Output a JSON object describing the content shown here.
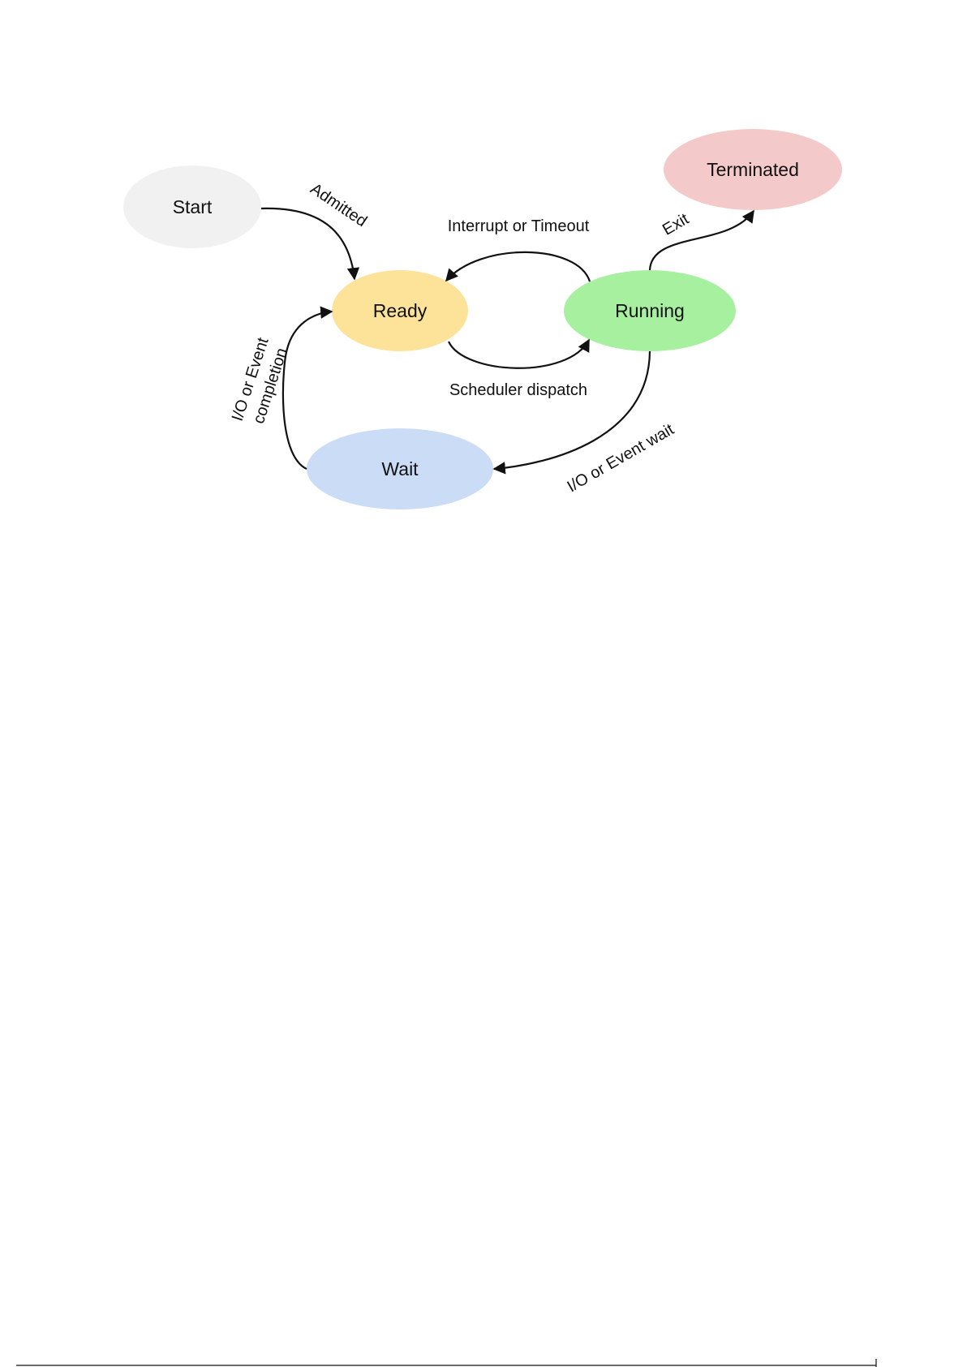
{
  "diagram": {
    "nodes": [
      {
        "id": "start",
        "label": "Start",
        "color": "#f1f1f1"
      },
      {
        "id": "terminated",
        "label": "Terminated",
        "color": "#f4c9c9"
      },
      {
        "id": "ready",
        "label": "Ready",
        "color": "#fde29a"
      },
      {
        "id": "running",
        "label": "Running",
        "color": "#a6f0a0"
      },
      {
        "id": "wait",
        "label": "Wait",
        "color": "#cbdcf6"
      }
    ],
    "edges": [
      {
        "id": "admitted",
        "label": "Admitted"
      },
      {
        "id": "interrupt",
        "label": "Interrupt or Timeout"
      },
      {
        "id": "dispatch",
        "label": "Scheduler dispatch"
      },
      {
        "id": "exit",
        "label": "Exit"
      },
      {
        "id": "io-wait",
        "label": "I/O or Event wait"
      },
      {
        "id": "io-completion",
        "label_line1": "I/O or Event",
        "label_line2": "completion"
      }
    ]
  }
}
